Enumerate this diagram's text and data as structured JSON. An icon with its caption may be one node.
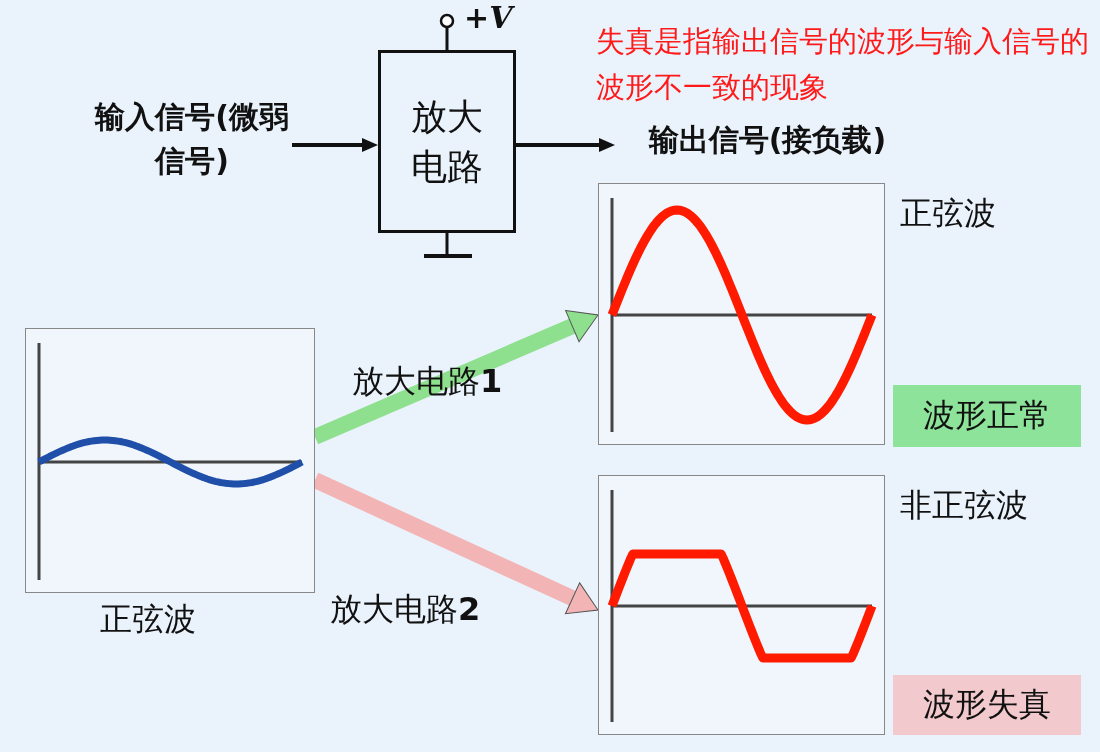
{
  "diagram": {
    "nodes": [
      {
        "text": [
          "输入信号(微弱信号)"
        ]
      },
      {
        "text": [
          "放大电路"
        ]
      },
      {
        "text": [
          "输出信号(接负载)"
        ]
      },
      {
        "text": [],
        "shape": "picture",
        "beside": [
          "正弦波"
        ]
      },
      {
        "text": [],
        "shape": "picture",
        "beside": [
          "正弦波"
        ]
      },
      {
        "text": [],
        "shape": "picture",
        "beside": [
          "非正弦波"
        ]
      },
      {
        "text": [
          "波形正常"
        ]
      },
      {
        "text": [
          "波形失真"
        ]
      }
    ],
    "edges": [
      {
        "from": 0,
        "to": 1,
        "arrow": "to"
      },
      {
        "from": 1,
        "to": 2,
        "arrow": "to"
      },
      {
        "from": 3,
        "to": 4,
        "arrow": "to",
        "label": "放大电路**1**",
        "style": "thick",
        "color": "#8ee08e"
      },
      {
        "from": 3,
        "to": 5,
        "arrow": "to",
        "label": "放大电路**2**",
        "style": "thick",
        "color": "#f2b4b4"
      }
    ],
    "labels": [
      "+V",
      "失真是指输出信号的波形与输入信号的波形不一致的现象"
    ]
  }
}
